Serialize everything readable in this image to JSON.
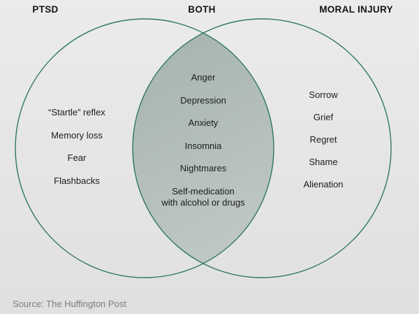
{
  "venn": {
    "left": {
      "label": "PTSD",
      "items": [
        "“Startle” reflex",
        "Memory loss",
        "Fear",
        "Flashbacks"
      ]
    },
    "overlap": {
      "label": "BOTH",
      "items": [
        "Anger",
        "Depression",
        "Anxiety",
        "Insomnia",
        "Nightmares",
        "Self-medication\nwith alcohol or drugs"
      ]
    },
    "right": {
      "label": "MORAL INJURY",
      "items": [
        "Sorrow",
        "Grief",
        "Regret",
        "Shame",
        "Alienation"
      ]
    }
  },
  "source": "Source: The Huffington Post",
  "colors": {
    "background": "#e6e6e6",
    "circle_stroke": "#2f7568",
    "overlap_fill_top": "#a7b4b0",
    "overlap_fill_bottom": "#bec7c3",
    "label_text": "#141414",
    "item_text": "#1c1c1c",
    "source_text": "#7c7c7c"
  }
}
